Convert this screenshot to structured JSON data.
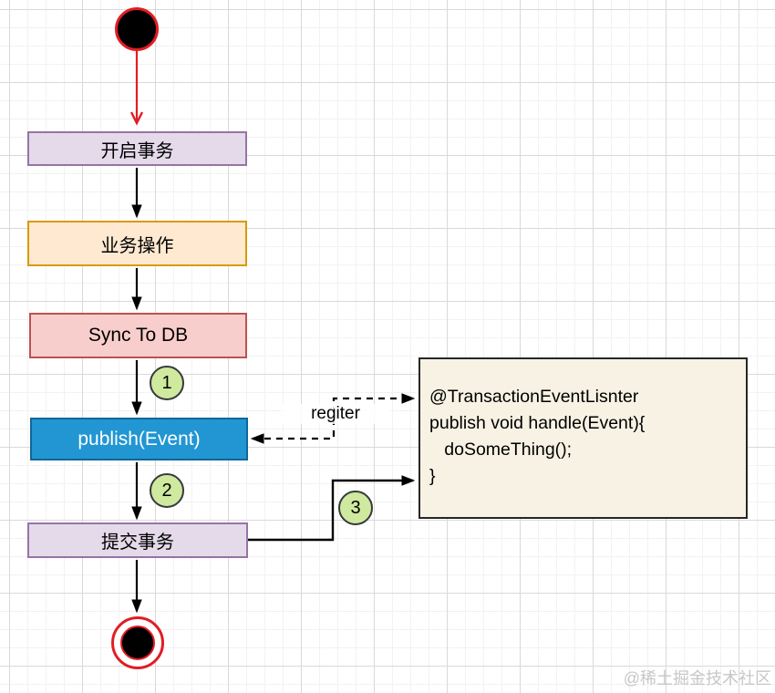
{
  "diagram_type": "uml-activity-flowchart",
  "nodes": {
    "begin_tx": {
      "label": "开启事务"
    },
    "biz_op": {
      "label": "业务操作"
    },
    "sync_db": {
      "label": "Sync To DB"
    },
    "publish": {
      "label": "publish(Event)"
    },
    "commit_tx": {
      "label": "提交事务"
    }
  },
  "steps": {
    "one": "1",
    "two": "2",
    "three": "3"
  },
  "edge_labels": {
    "register": "regiter"
  },
  "note": {
    "lines": [
      "@TransactionEventLisnter",
      "publish void handle(Event){",
      "   doSomeThing();",
      "}"
    ]
  },
  "watermark": "@稀土掘金技术社区",
  "colors": {
    "purple_fill": "#e4daea",
    "purple_border": "#9673a6",
    "orange_fill": "#ffe9d1",
    "orange_border": "#d79b00",
    "red_fill": "#f8cecc",
    "red_border": "#b85450",
    "blue_fill": "#2196d3",
    "blue_border": "#10669a",
    "step_fill": "#cfe99e",
    "step_border": "#36393d",
    "note_fill": "#f7f2e4",
    "start_end_red": "#e11d23",
    "edge_black": "#000000"
  }
}
